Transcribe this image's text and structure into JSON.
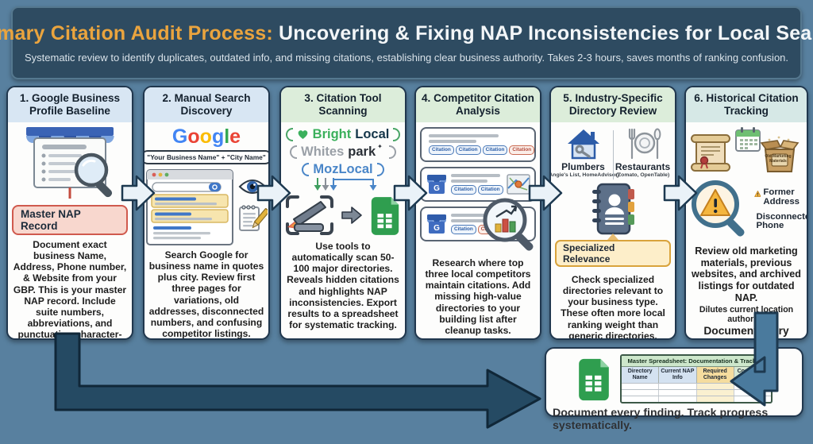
{
  "header": {
    "title_highlight": "Primary Citation Audit Process:",
    "title_rest": "Uncovering & Fixing NAP Inconsistencies for Local Search",
    "subtitle": "Systematic review to identify duplicates, outdated info, and missing citations, establishing clear business authority. Takes 2-3 hours, saves months of ranking confusion."
  },
  "cards": [
    {
      "title": "1. Google Business Profile Baseline",
      "badge": "Master NAP Record",
      "body": "Document exact business Name, Address, Phone number, & Website from your GBP. This is your master NAP record. Include suite numbers, abbreviations, and punctuation character-for-character."
    },
    {
      "title": "2. Manual Search Discovery",
      "google_letters": [
        "G",
        "o",
        "o",
        "g",
        "l",
        "e"
      ],
      "query": "\"Your Business Name\" + \"City Name\"",
      "body": "Search Google for business name in quotes plus city. Review first three pages for variations, old addresses, disconnected numbers, and confusing competitor listings."
    },
    {
      "title": "3. Citation Tool Scanning",
      "tools": {
        "brightlocal_prefix": "Bright",
        "brightlocal_suffix": "Local",
        "whitespark_prefix": "Whites",
        "whitespark_suffix": "park",
        "sparkle": "✦",
        "mozlocal": "MozLocal"
      },
      "body": "Use tools to automatically scan 50-100 major directories. Reveals hidden citations and highlights NAP inconsistencies. Export results to a spreadsheet for systematic tracking."
    },
    {
      "title": "4. Competitor Citation Analysis",
      "pill": "Citation",
      "g_letter": "G",
      "body": "Research where top three local competitors maintain citations. Add missing high-value directories to your building list after cleanup tasks."
    },
    {
      "title": "5. Industry-Specific Directory Review",
      "industries": [
        {
          "name": "Plumbers",
          "examples": "(Angie's List, HomeAdvisor)"
        },
        {
          "name": "Restaurants",
          "examples": "(Zomato, OpenTable)"
        }
      ],
      "badge": "Specialized Relevance",
      "body": "Check specialized directories relevant to your business type. These often more local ranking weight than generic directories."
    },
    {
      "title": "6. Historical Citation Tracking",
      "box_label": "Old Marketing Materials",
      "warnings": [
        "Former Address",
        "Disconnected Phone"
      ],
      "body": "Review old marketing materials, previous websites, and archived listings for outdated NAP.",
      "note": "Dilutes current location authority.",
      "footer": "Document every finding."
    }
  ],
  "bottom": {
    "spreadsheet_title": "Master Spreadsheet: Documentation & Tracking",
    "columns": [
      "Directory Name",
      "Current NAP Info",
      "Required Changes",
      "Completion Status"
    ],
    "caption": "Document every finding. Track progress systematically."
  },
  "colors": {
    "accent_orange": "#EAA43E",
    "band_bg": "#2E4B61",
    "page_bg": "#58809F",
    "card_border": "#20374E",
    "header_blue": "#D8E6F3",
    "header_green": "#DCEDDA",
    "header_teal": "#D6E8E6"
  }
}
